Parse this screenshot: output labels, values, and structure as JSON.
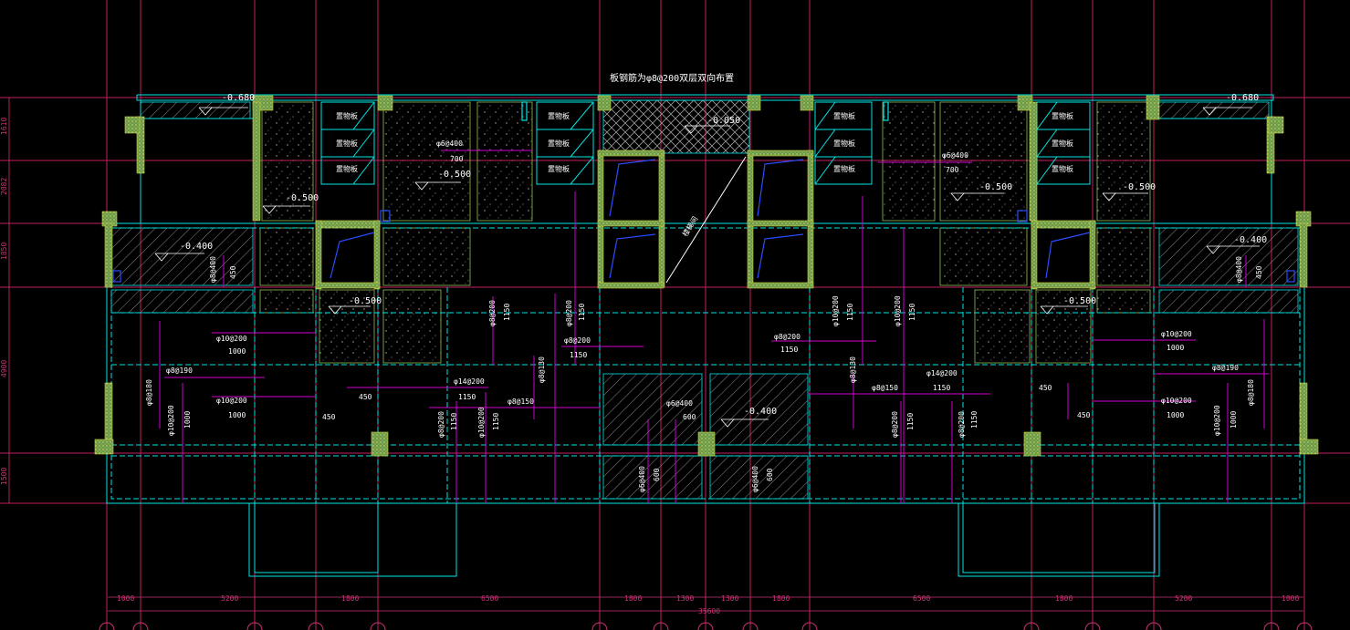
{
  "title": "板钢筋为φ8@200双层双向布置",
  "colors": {
    "background": "#000000",
    "grid": "#cc2266",
    "dim": "#cc3377",
    "wall_cyan": "#00e5e5",
    "column": "#8fbf5a",
    "rebar": "#d000d0",
    "text": "#ffffff",
    "hatch": "#9a9a9a",
    "blue": "#2a4dff",
    "beam_yellow": "#e0d000"
  },
  "left_dims": [
    "1610",
    "2082",
    "1850",
    "4900",
    "1500"
  ],
  "bottom_dims": [
    "1000",
    "5200",
    "1800",
    "6500",
    "1800",
    "1300",
    "1300",
    "1800",
    "6500",
    "1800",
    "5200",
    "1000"
  ],
  "total_dim": "35600",
  "levels": {
    "l1": "-0.680",
    "l2": "-0.680",
    "l3": "-0.500",
    "l4": "-0.500",
    "l5": "-0.500",
    "l6": "-0.500",
    "l7": "-0.400",
    "l8": "-0.400",
    "l9": "-0.050",
    "l10": "-0.500",
    "l11": "-0.500",
    "l12": "-0.400"
  },
  "shelf_text": "置物板",
  "stair_text": "楼梯间",
  "rebar": {
    "r1": "φ6@400",
    "r2": "700",
    "r3": "φ6@400",
    "r4": "700",
    "r5": "φ8@400",
    "r6": "450",
    "r7": "φ8@400",
    "r8": "450",
    "r9": "φ10@200",
    "r10": "1000",
    "r11": "φ8@190",
    "r12": "φ10@200",
    "r13": "1000",
    "r14": "φ8@180",
    "r15": "φ10@200",
    "r16": "1000",
    "r17": "450",
    "r18": "450",
    "r19": "φ14@200",
    "r20": "1150",
    "r21": "φ8@150",
    "r22": "φ8@200",
    "r23": "1150",
    "r24": "φ10@200",
    "r25": "1150",
    "r26": "φ8@200",
    "r27": "1150",
    "r28": "φ8@130",
    "r29": "φ8@200",
    "r30": "1150",
    "r31": "φ8@200",
    "r32": "1150",
    "r33": "φ6@400",
    "r34": "600",
    "r35": "φ6@400",
    "r36": "600",
    "r37": "φ6@400",
    "r38": "600",
    "r39": "φ10@200",
    "r40": "1150",
    "r41": "φ10@200",
    "r42": "1150",
    "r43": "φ8@130",
    "r44": "φ8@150",
    "r45": "1150",
    "r46": "φ14@200",
    "r47": "1150",
    "r48": "450",
    "r49": "φ8@200",
    "r50": "1150",
    "r51": "φ8@200",
    "r52": "1150",
    "r53": "φ10@200",
    "r54": "1000",
    "r55": "φ8@190",
    "r56": "φ10@200",
    "r57": "1000",
    "r58": "φ8@180",
    "r59": "φ10@200",
    "r60": "1000",
    "r61": "450",
    "r62": "φ8@200",
    "r63": "1150"
  }
}
